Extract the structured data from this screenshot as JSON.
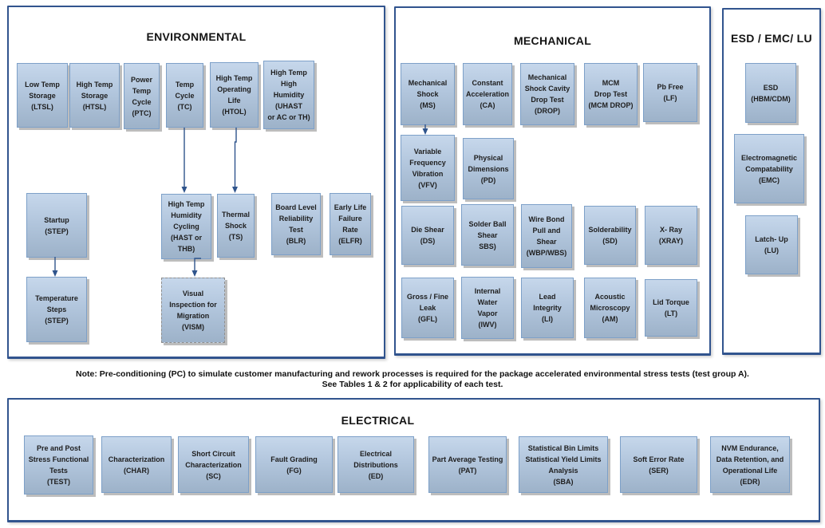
{
  "panels": {
    "environmental": {
      "title": "ENVIRONMENTAL",
      "boxes": [
        {
          "label": "Low Temp\nStorage\n(LTSL)"
        },
        {
          "label": "High Temp\nStorage\n(HTSL)"
        },
        {
          "label": "Power\nTemp\nCycle\n(PTC)"
        },
        {
          "label": "Temp\nCycle\n(TC)"
        },
        {
          "label": "High Temp\nOperating\nLife\n(HTOL)"
        },
        {
          "label": "High Temp\nHigh\nHumidity\n(UHAST\nor AC or TH)"
        },
        {
          "label": "Startup\n(STEP)"
        },
        {
          "label": "High Temp\nHumidity\nCycling\n(HAST or\nTHB)"
        },
        {
          "label": "Thermal\nShock\n(TS)"
        },
        {
          "label": "Board Level\nReliability\nTest\n(BLR)"
        },
        {
          "label": "Early Life\nFailure\nRate\n(ELFR)"
        },
        {
          "label": "Temperature\nSteps\n(STEP)"
        },
        {
          "label": "Visual\nInspection for\nMigration\n(VISM)"
        }
      ]
    },
    "mechanical": {
      "title": "MECHANICAL",
      "boxes": [
        {
          "label": "Mechanical\nShock\n(MS)"
        },
        {
          "label": "Constant\nAcceleration\n(CA)"
        },
        {
          "label": "Mechanical\nShock Cavity\nDrop Test\n(DROP)"
        },
        {
          "label": "MCM\nDrop Test\n(MCM DROP)"
        },
        {
          "label": "Pb Free\n(LF)"
        },
        {
          "label": "Variable\nFrequency\nVibration\n(VFV)"
        },
        {
          "label": "Physical\nDimensions\n(PD)"
        },
        {
          "label": "Die Shear\n(DS)"
        },
        {
          "label": "Solder Ball\nShear\nSBS)"
        },
        {
          "label": "Wire Bond\nPull and\nShear\n(WBP/WBS)"
        },
        {
          "label": "Solderability\n(SD)"
        },
        {
          "label": "X- Ray\n(XRAY)"
        },
        {
          "label": "Gross / Fine\nLeak\n(GFL)"
        },
        {
          "label": "Internal\nWater\nVapor\n(IWV)"
        },
        {
          "label": "Lead\nIntegrity\n(LI)"
        },
        {
          "label": "Acoustic\nMicroscopy\n(AM)"
        },
        {
          "label": "Lid Torque\n(LT)"
        }
      ]
    },
    "esd_emc_lu": {
      "title": "ESD / EMC/ LU",
      "boxes": [
        {
          "label": "ESD\n(HBM/CDM)"
        },
        {
          "label": "Electromagnetic\nCompatability\n(EMC)"
        },
        {
          "label": "Latch- Up\n(LU)"
        }
      ]
    },
    "electrical": {
      "title": "ELECTRICAL",
      "boxes": [
        {
          "label": "Pre and Post\nStress Functional\nTests\n(TEST)"
        },
        {
          "label": "Characterization\n(CHAR)"
        },
        {
          "label": "Short Circuit\nCharacterization\n(SC)"
        },
        {
          "label": "Fault Grading\n(FG)"
        },
        {
          "label": "Electrical\nDistributions\n(ED)"
        },
        {
          "label": "Part Average Testing\n(PAT)"
        },
        {
          "label": "Statistical Bin Limits\nStatistical Yield Limits\nAnalysis\n(SBA)"
        },
        {
          "label": "Soft Error Rate\n(SER)"
        },
        {
          "label": "NVM Endurance,\nData Retention, and\nOperational Life\n(EDR)"
        }
      ]
    }
  },
  "note": {
    "line1": "Note:  Pre-conditioning (PC) to simulate customer manufacturing and rework processes is required for the package accelerated environmental stress tests (test group A).",
    "line2": "See Tables 1 & 2 for applicability of each test."
  },
  "arrows": [
    {
      "from": "Temp Cycle (TC)",
      "to": "High Temp Humidity Cycling (HAST or THB)"
    },
    {
      "from": "High Temp Operating Life (HTOL)",
      "to": "Thermal Shock (TS)"
    },
    {
      "from": "Startup (STEP)",
      "to": "Temperature Steps (STEP)"
    },
    {
      "from": "High Temp Humidity Cycling (HAST or THB)",
      "to": "Visual Inspection for Migration (VISM)"
    },
    {
      "from": "Mechanical Shock (MS)",
      "to": "Variable Frequency Vibration (VFV)"
    }
  ],
  "colors": {
    "panel_border": "#31548e",
    "box_border": "#7da0c8",
    "box_fill_top": "#c6d7eb",
    "box_fill_bottom": "#9db2c9",
    "box_shadow": "#bdbdbd",
    "arrow": "#2f548c",
    "text": "#1b1b1b"
  }
}
